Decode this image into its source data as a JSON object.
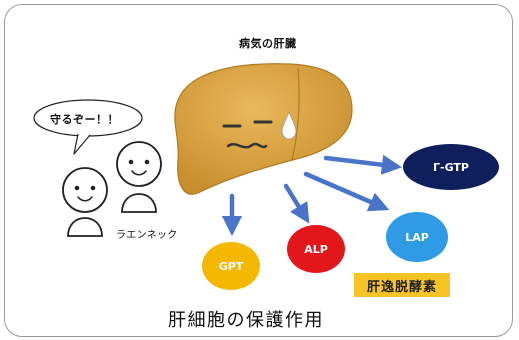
{
  "liver_label": "病気の肝臓",
  "speech_bubble_text": "守るぞー！！",
  "people_caption": "ラエンネック",
  "enzymes": [
    {
      "label": "GPT",
      "color": "#f5b800"
    },
    {
      "label": "ALP",
      "color": "#e3161b"
    },
    {
      "label": "LAP",
      "color": "#2e9be4"
    },
    {
      "label": "Γ-GTP",
      "color": "#0f1f5c"
    }
  ],
  "enzyme_group_label": "肝逸脱酵素",
  "footer_title": "肝細胞の保護作用",
  "colors": {
    "arrow": "#4a74c9",
    "liver": "#d9a23e",
    "badge": "#f7c325"
  }
}
